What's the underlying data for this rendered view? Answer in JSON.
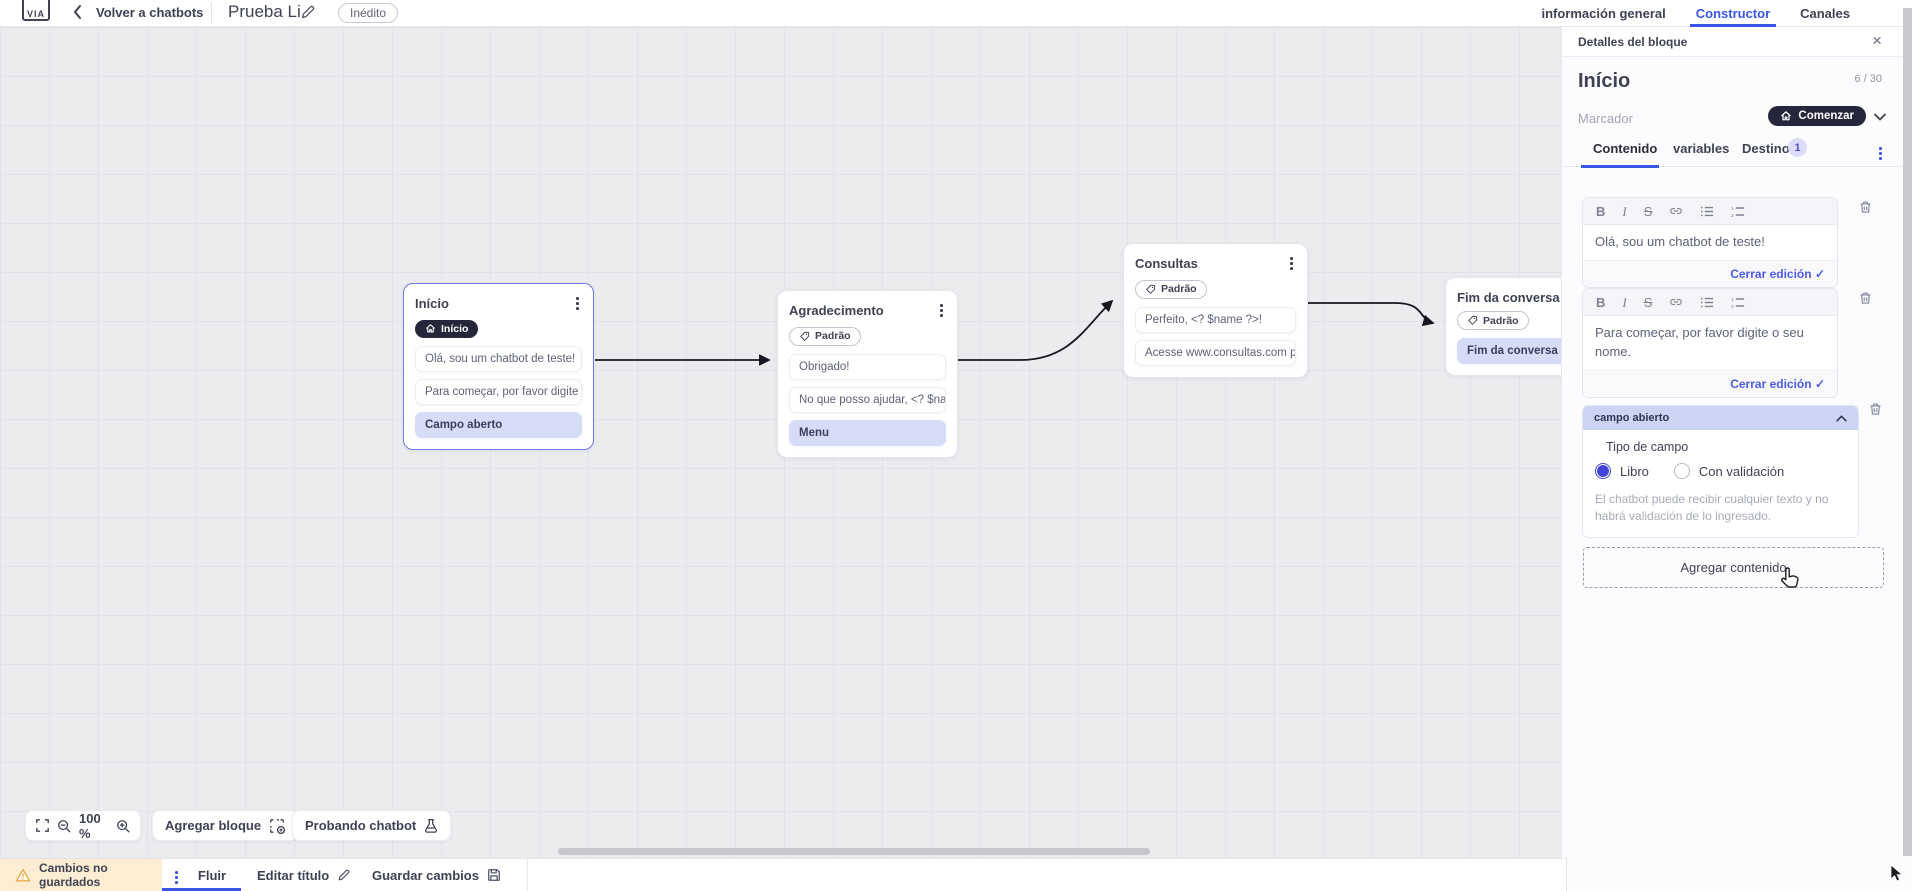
{
  "topbar": {
    "back_label": "Volver a chatbots",
    "title": "Prueba Li",
    "status_badge": "Inédito",
    "tabs": [
      {
        "label": "información general"
      },
      {
        "label": "Constructor"
      },
      {
        "label": "Canales"
      }
    ]
  },
  "canvas": {
    "nodes": [
      {
        "title": "Início",
        "badge": "Início",
        "items": [
          {
            "text": "Olá, sou um chatbot de teste!"
          },
          {
            "text": "Para começar, por favor digite o ..."
          },
          {
            "text": "Campo aberto"
          }
        ]
      },
      {
        "title": "Agradecimento",
        "badge": "Padrão",
        "items": [
          {
            "text": "Obrigado!"
          },
          {
            "text": "No que posso ajudar, <? $name ..."
          },
          {
            "text": "Menu"
          }
        ]
      },
      {
        "title": "Consultas",
        "badge": "Padrão",
        "items": [
          {
            "text": "Perfeito, <? $name ?>!"
          },
          {
            "text": "Acesse www.consultas.com par..."
          }
        ]
      },
      {
        "title": "Fim da conversa",
        "badge": "Padrão",
        "items": [
          {
            "text": "Fim da conversa"
          }
        ]
      }
    ],
    "toolbar": {
      "zoom_level": "100 %",
      "add_block": "Agregar bloque",
      "test_chatbot": "Probando chatbot"
    }
  },
  "panel": {
    "header": "Detalles del bloque",
    "block_name": "Início",
    "name_counter": "6 / 30",
    "marker_label": "Marcador",
    "marker_value": "Comenzar",
    "tabs": {
      "content": "Contenido",
      "variables": "variables",
      "destination": "Destino",
      "destination_count": "1"
    },
    "editor_toolbar": {
      "bold": "B",
      "italic": "I",
      "strike": "S"
    },
    "messages": [
      {
        "text": "Olá, sou um chatbot de teste!",
        "close_label": "Cerrar edición"
      },
      {
        "text": "Para começar, por favor digite o seu nome.",
        "close_label": "Cerrar edición"
      }
    ],
    "open_field": {
      "title": "campo abierto",
      "type_label": "Tipo de campo",
      "option_free": "Libro",
      "option_validated": "Con validación",
      "help_text": "El chatbot puede recibir cualquier texto y no habrá validación de lo ingresado."
    },
    "add_content_label": "Agregar contenido"
  },
  "bottombar": {
    "warning": "Cambios no guardados",
    "flow_tab": "Fluir",
    "edit_title": "Editar título",
    "save": "Guardar cambios"
  },
  "colors": {
    "accent": "#3b55e6",
    "dark_pill": "#26263a",
    "lavender": "#d6dcf7",
    "warning_bg": "#fdeed3"
  }
}
